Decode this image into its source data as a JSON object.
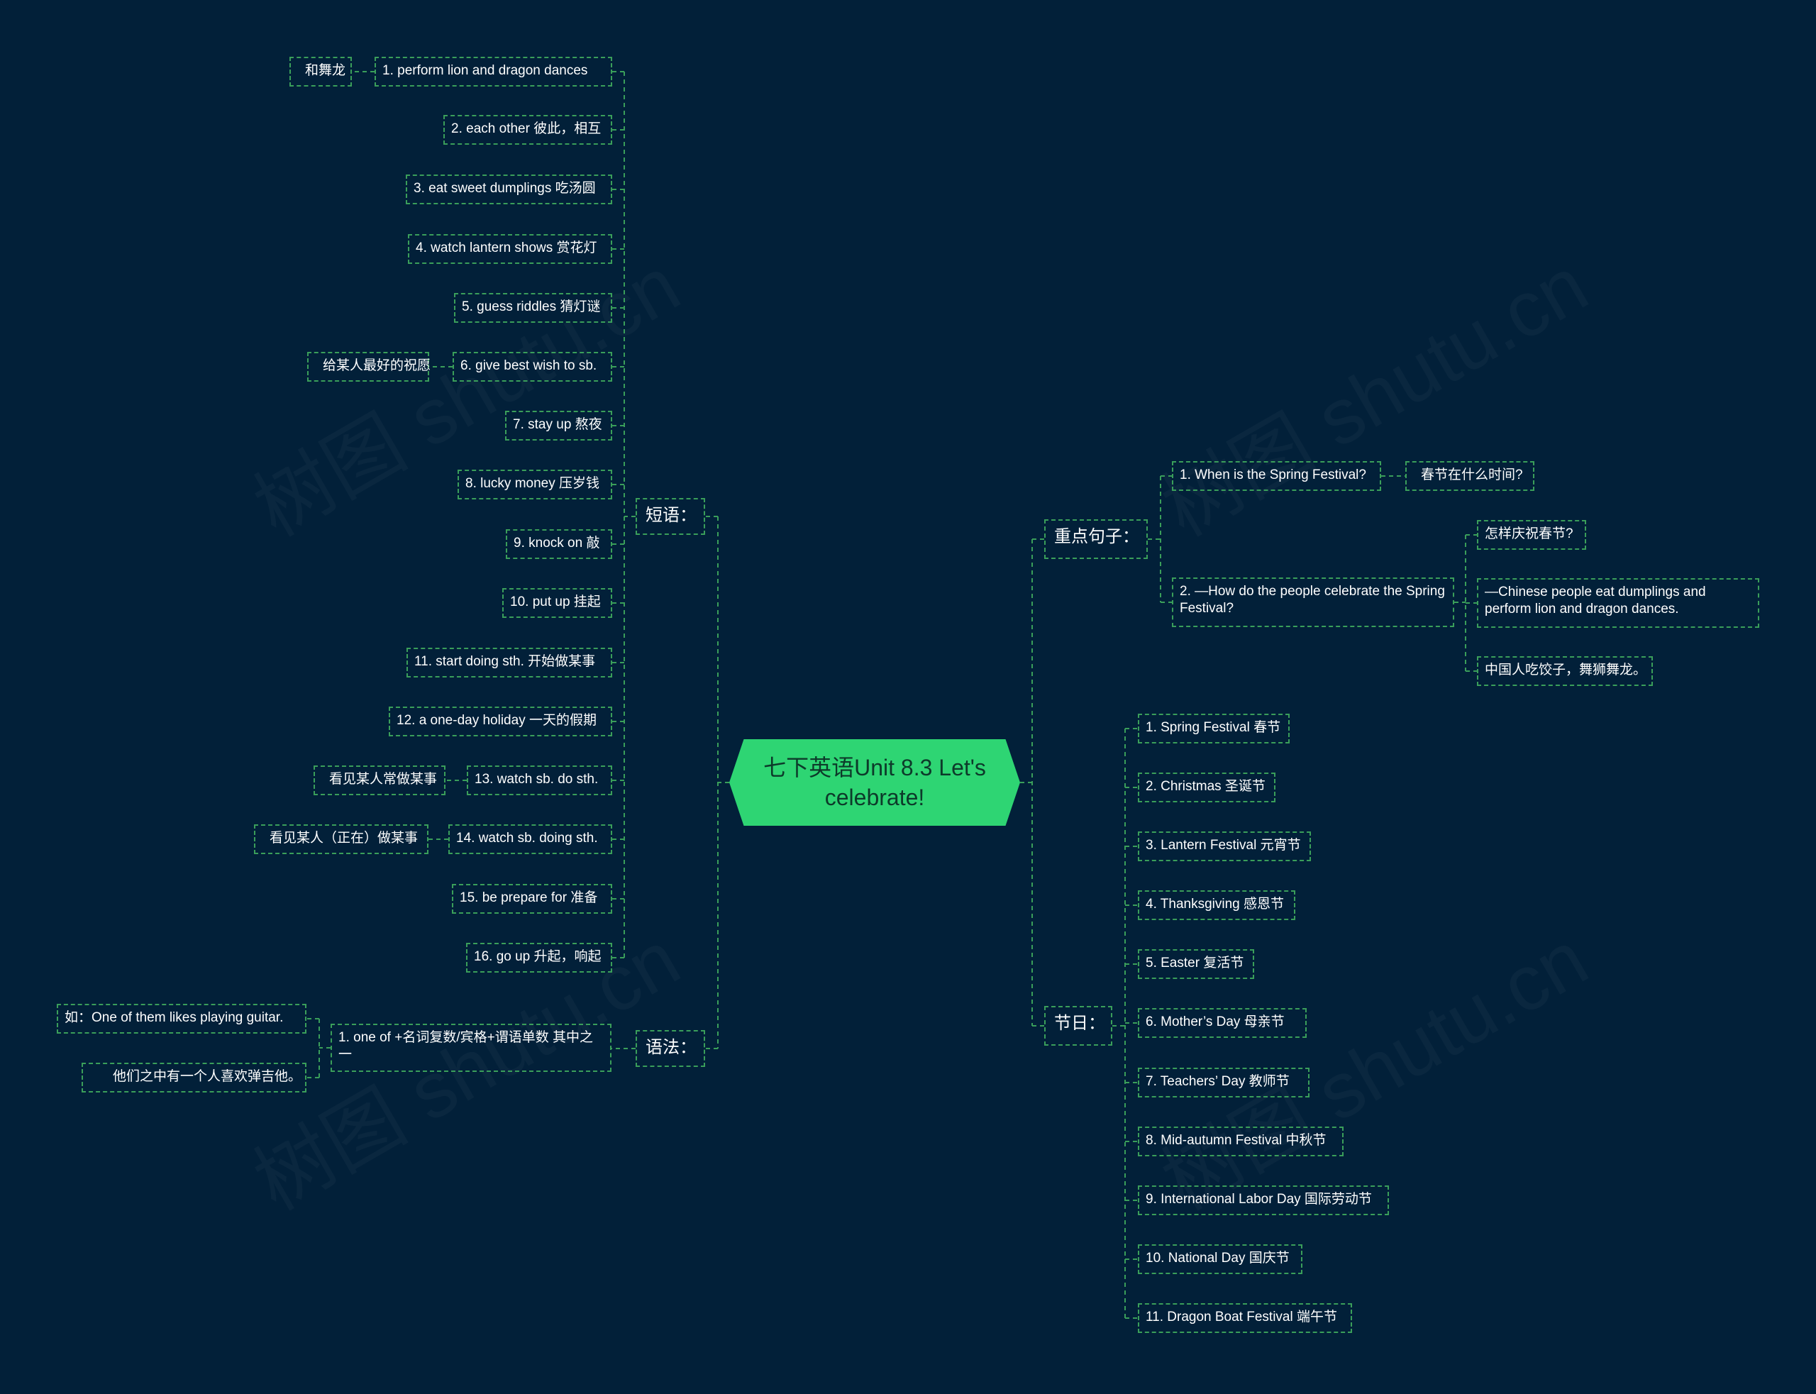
{
  "watermark": "树图 shutu.cn",
  "colors": {
    "background": "#022039",
    "center": "#2ed573",
    "line": "#3a9e5a",
    "text": "#ffffff"
  },
  "center": "七下英语Unit 8.3 Let's celebrate!",
  "phrases": {
    "label": "短语：",
    "items": [
      {
        "text": "1. perform lion and dragon dances",
        "note": "和舞龙"
      },
      {
        "text": "2. each other 彼此，相互"
      },
      {
        "text": "3. eat sweet dumplings 吃汤圆"
      },
      {
        "text": "4. watch lantern shows 赏花灯"
      },
      {
        "text": "5. guess riddles 猜灯谜"
      },
      {
        "text": "6. give best wish to sb.",
        "note": "给某人最好的祝愿"
      },
      {
        "text": "7. stay up 熬夜"
      },
      {
        "text": "8. lucky money 压岁钱"
      },
      {
        "text": "9. knock on 敲"
      },
      {
        "text": "10. put up 挂起"
      },
      {
        "text": "11. start doing sth. 开始做某事"
      },
      {
        "text": "12. a one-day holiday 一天的假期"
      },
      {
        "text": "13. watch sb. do sth.",
        "note": "看见某人常做某事"
      },
      {
        "text": "14. watch sb. doing sth.",
        "note": "看见某人（正在）做某事"
      },
      {
        "text": "15. be prepare for 准备"
      },
      {
        "text": "16. go up 升起，响起"
      }
    ]
  },
  "grammar": {
    "label": "语法：",
    "item": "1. one of +名词复数/宾格+谓语单数 其中之一",
    "notes": [
      "如：One of them likes playing guitar.",
      "他们之中有一个人喜欢弹吉他。"
    ]
  },
  "sentences": {
    "label": "重点句子：",
    "q1": "1. When is the Spring Festival?",
    "q1_note": "春节在什么时间?",
    "q2": "2. —How do the people celebrate the Spring Festival?",
    "q2_notes": [
      "怎样庆祝春节?",
      "—Chinese people eat dumplings and perform lion and dragon dances.",
      "中国人吃饺子，舞狮舞龙。"
    ]
  },
  "festivals": {
    "label": "节日：",
    "items": [
      "1. Spring Festival 春节",
      "2. Christmas 圣诞节",
      "3. Lantern Festival 元宵节",
      "4. Thanksgiving 感恩节",
      "5. Easter  复活节",
      "6. Mother’s Day 母亲节",
      "7. Teachers’  Day 教师节",
      "8. Mid-autumn Festival 中秋节",
      "9. International Labor Day 国际劳动节",
      "10. National Day 国庆节",
      "11. Dragon Boat Festival 端午节"
    ]
  }
}
